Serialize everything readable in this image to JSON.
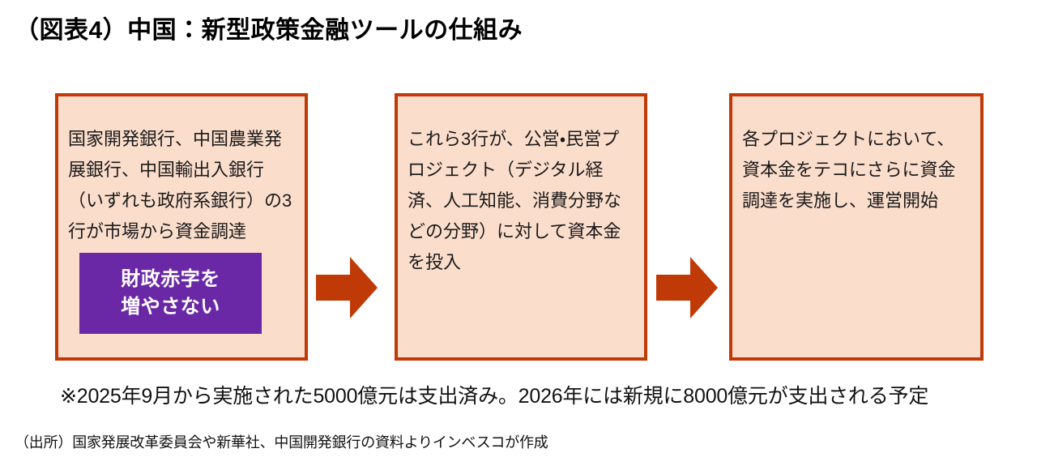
{
  "figure": {
    "title": "（図表4）中国：新型政策金融ツールの仕組み",
    "footnote": "※2025年9月から実施された5000億元は支出済み。2026年には新規に8000億元が支出される予定",
    "source": "（出所）国家発展改革委員会や新華社、中国開発銀行の資料よりインベスコが作成"
  },
  "colors": {
    "box_border": "#C03A07",
    "box_fill": "#FBDDCC",
    "arrow": "#C03A07",
    "badge_fill": "#6A28A6",
    "badge_text": "#FFFFFF",
    "text": "#111111"
  },
  "flow": {
    "steps": [
      {
        "id": "step-1",
        "text": "国家開発銀行、中国農業発展銀行、中国輸出入銀行（いずれも政府系銀行）の3行が市場から資金調達",
        "badge": {
          "line1": "財政赤字を",
          "line2": "増やさない"
        }
      },
      {
        "id": "step-2",
        "text": "これら3行が、公営・民営プロジェクト（デジタル経済、人工知能、消費分野などの分野）に対して資本金を投入"
      },
      {
        "id": "step-3",
        "text": "各プロジェクトにおいて、資本金をテコにさらに資金調達を実施し、運営開始"
      }
    ],
    "arrows": [
      {
        "id": "arrow-1",
        "direction": "right"
      },
      {
        "id": "arrow-2",
        "direction": "right"
      }
    ]
  }
}
